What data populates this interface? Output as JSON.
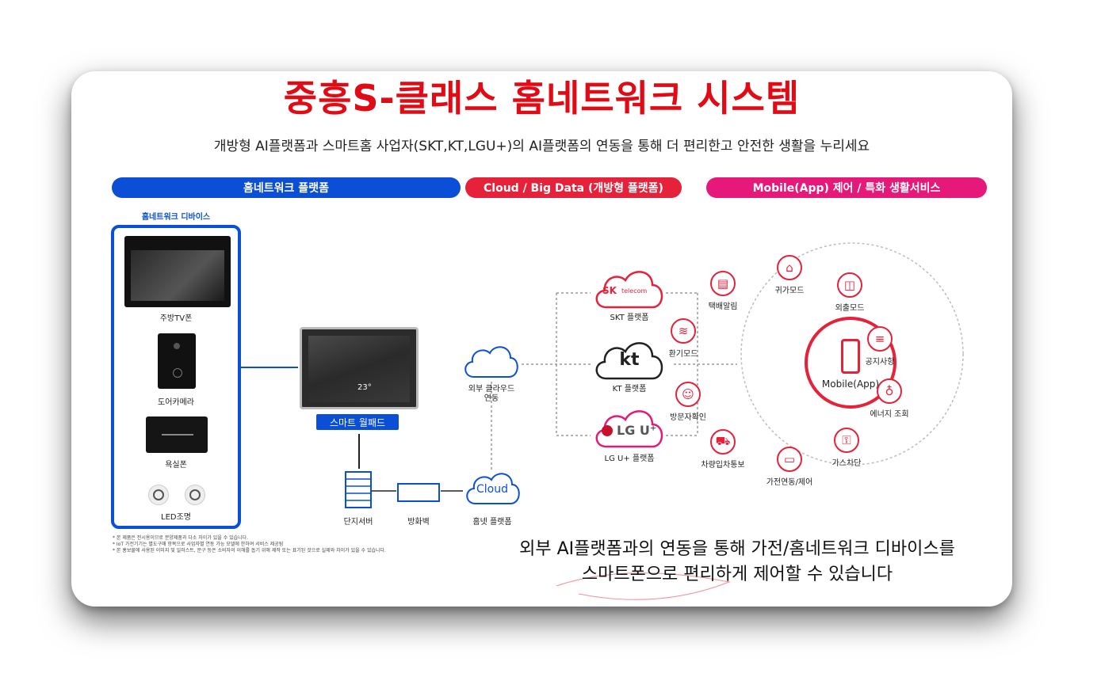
{
  "title": "중흥S-클래스 홈네트워크 시스템",
  "subtitle": "개방형 AI플랫폼과 스마트홈 사업자(SKT,KT,LGU+)의 AI플랫폼의 연동을 통해 더 편리한고 안전한 생활을 누리세요",
  "headers": {
    "home_network": "홈네트워크 플랫폼",
    "cloud": "Cloud / Big Data (개방형 플랫폼)",
    "mobile": "Mobile(App) 제어 / 특화 생활서비스"
  },
  "colors": {
    "blue": "#0b4fd6",
    "red": "#e6213a",
    "magenta": "#e6197a",
    "title_red": "#e00b14"
  },
  "devices": {
    "box_title": "홈네트워크 디바이스",
    "kitchen_tv": "주방TV폰",
    "door_camera": "도어카메라",
    "bathroom_phone": "욕실폰",
    "led": "LED조명"
  },
  "wallpad": {
    "label": "스마트 월패드",
    "temp": "23°"
  },
  "infra": {
    "complex_server": "단지서버",
    "firewall": "방화벽",
    "homenet_cloud_word": "Cloud",
    "homenet_platform": "홈넷 플랫폼",
    "external_cloud": "외부 클라우드\n연동"
  },
  "platforms": {
    "skt_logo_sk": "SK",
    "skt_logo_telecom": "telecom",
    "skt": "SKT 플랫폼",
    "kt_logo": "kt",
    "kt": "KT 플랫폼",
    "lg_logo": "LG U⁺",
    "lg": "LG U+ 플랫폼"
  },
  "mobile": {
    "center": "Mobile(App)",
    "services": [
      {
        "name": "귀가모드",
        "icon": "home-icon"
      },
      {
        "name": "외출모드",
        "icon": "briefcase-icon"
      },
      {
        "name": "공지사항",
        "icon": "notice-icon"
      },
      {
        "name": "에너지 조회",
        "icon": "bulb-icon"
      },
      {
        "name": "가스차단",
        "icon": "gas-valve-icon"
      },
      {
        "name": "가전연동/제어",
        "icon": "tv-icon"
      },
      {
        "name": "차량입차통보",
        "icon": "car-icon"
      },
      {
        "name": "방문자확인",
        "icon": "visitor-icon"
      },
      {
        "name": "환기모드",
        "icon": "wind-icon"
      },
      {
        "name": "택배알림",
        "icon": "delivery-icon"
      }
    ]
  },
  "bottom_text": {
    "line1": "외부 AI플랫폼과의 연동을 통해 가전/홈네트워크 디바이스를",
    "line2": "스마트폰으로 편리하게 제어할 수 있습니다"
  },
  "notes": [
    "* 본 제품은 전시용이므로 분양제품과 다소 차이가 있을 수 있습니다.",
    "* IoT 가전기기는 별도구매 항목으로 사업자별 연동 가능 모델에 한하여 서비스 제공됨",
    "* 본 홍보물에 사용된 이미지 및 일러스트, 문구 등은 소비자의 이해를 돕기 위해 제작 또는 표기된 것으로 실제와 차이가 있을 수 있습니다."
  ]
}
